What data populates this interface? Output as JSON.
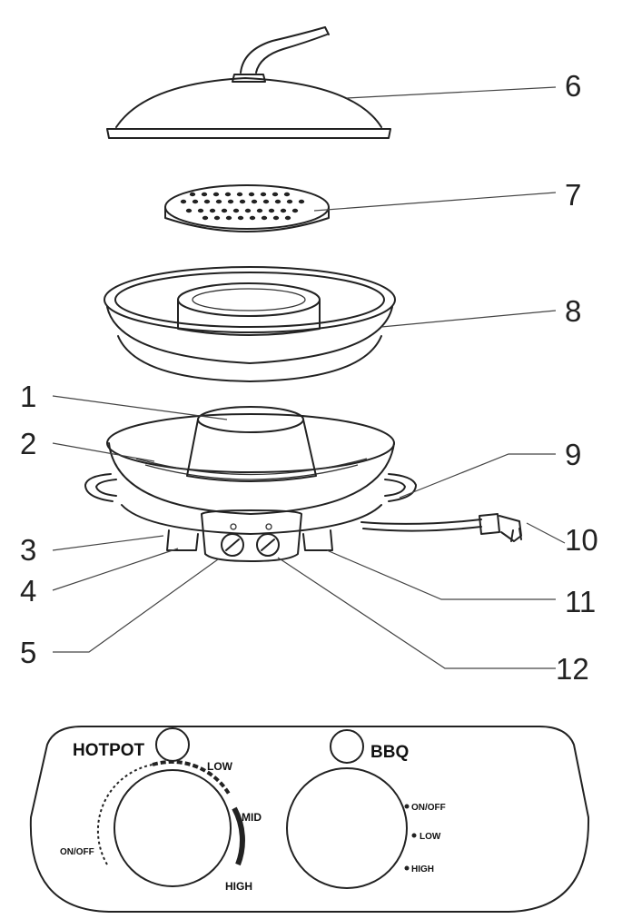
{
  "callouts": [
    {
      "id": "1",
      "label": "1"
    },
    {
      "id": "2",
      "label": "2"
    },
    {
      "id": "3",
      "label": "3"
    },
    {
      "id": "4",
      "label": "4"
    },
    {
      "id": "5",
      "label": "5"
    },
    {
      "id": "6",
      "label": "6"
    },
    {
      "id": "7",
      "label": "7"
    },
    {
      "id": "8",
      "label": "8"
    },
    {
      "id": "9",
      "label": "9"
    },
    {
      "id": "10",
      "label": "10"
    },
    {
      "id": "11",
      "label": "11"
    },
    {
      "id": "12",
      "label": "12"
    }
  ],
  "control_panel": {
    "left_title": "HOTPOT",
    "right_title": "BBQ",
    "hotpot_dial": {
      "low": "LOW",
      "mid": "MID",
      "high": "HIGH",
      "onoff": "ON/OFF"
    },
    "bbq_dial": {
      "onoff": "ON/OFF",
      "low": "LOW",
      "high": "HIGH"
    }
  }
}
